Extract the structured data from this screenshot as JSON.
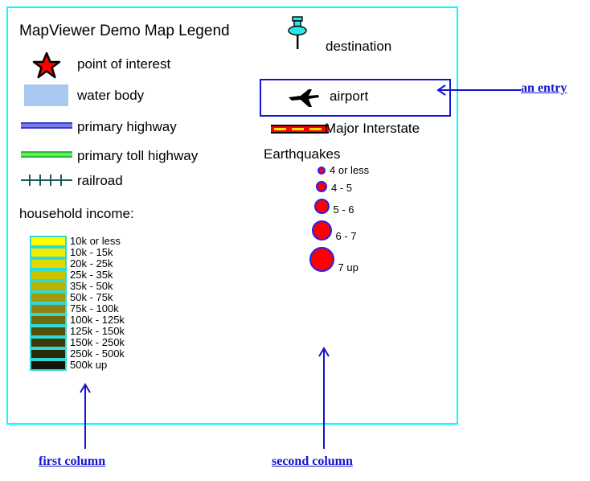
{
  "legend": {
    "title": "MapViewer Demo Map Legend",
    "column_one": {
      "items": [
        {
          "label": "point of interest",
          "symbol": "red-star-icon"
        },
        {
          "label": "water body",
          "symbol": "blue-rectangle-swatch"
        },
        {
          "label": "primary highway",
          "symbol": "purple-line-symbol"
        },
        {
          "label": "primary toll highway",
          "symbol": "green-line-symbol"
        },
        {
          "label": "railroad",
          "symbol": "railroad-hatch-line-symbol"
        }
      ],
      "income_heading": "household income:",
      "income_classes": [
        {
          "label": "10k or less",
          "color": "#ffff00"
        },
        {
          "label": "10k - 15k",
          "color": "#f2ee00"
        },
        {
          "label": "20k - 25k",
          "color": "#e1da00"
        },
        {
          "label": "25k - 35k",
          "color": "#ccc400"
        },
        {
          "label": "35k - 50k",
          "color": "#bbb200"
        },
        {
          "label": "50k - 75k",
          "color": "#a49b08"
        },
        {
          "label": "75k - 100k",
          "color": "#8c8410"
        },
        {
          "label": "100k - 125k",
          "color": "#6e6a0e"
        },
        {
          "label": "125k - 150k",
          "color": "#50500c"
        },
        {
          "label": "150k - 250k",
          "color": "#3b3a0a"
        },
        {
          "label": "250k - 500k",
          "color": "#2a2a08"
        },
        {
          "label": "500k up",
          "color": "#141405"
        }
      ]
    },
    "column_two": {
      "destination_label": "destination",
      "destination_symbol": "cyan-pushpin-icon",
      "airport_label": "airport",
      "airport_symbol": "airplane-icon",
      "interstate_label": "Major Interstate",
      "interstate_symbol": "red-yellow-interstate-line-symbol",
      "earthquakes_heading": "Earthquakes",
      "earthquake_classes": [
        {
          "label": "4 or less",
          "size": 10
        },
        {
          "label": "4 - 5",
          "size": 14
        },
        {
          "label": "5 - 6",
          "size": 19
        },
        {
          "label": "6 - 7",
          "size": 25
        },
        {
          "label": "7 up",
          "size": 31
        }
      ]
    }
  },
  "annotations": {
    "entry": "an entry",
    "first_column": "first column",
    "second_column": "second column"
  },
  "colors": {
    "frame": "#00ffff",
    "annotation": "#1414d0",
    "earthquake_fill": "#ff0000",
    "earthquake_stroke": "#2222ee",
    "water": "#a8c8f0",
    "pushpin": "#2ae8ea"
  }
}
